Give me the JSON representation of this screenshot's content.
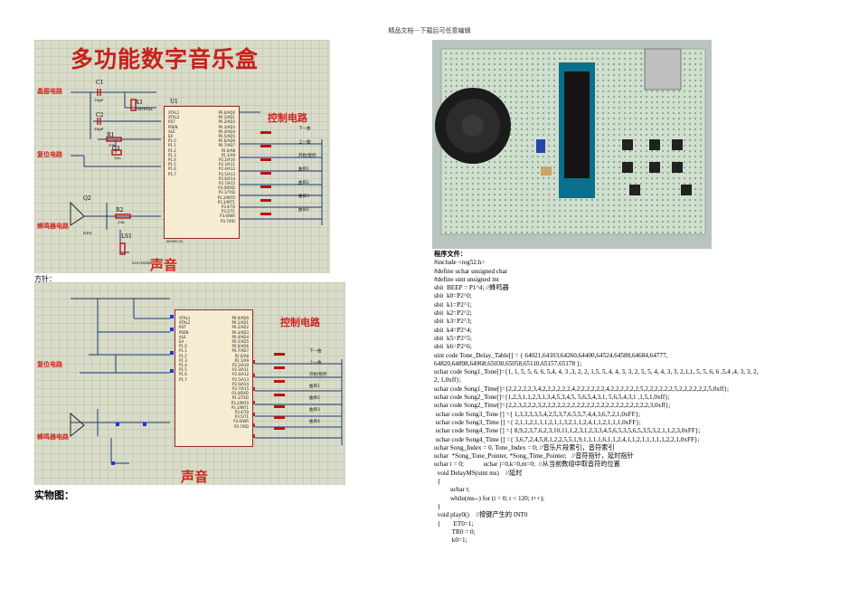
{
  "header": "精品文档---下载后可任意编辑",
  "figure1": {
    "title": "多功能数字音乐盒",
    "labels": {
      "clock": "晶振电路",
      "reset": "复位电路",
      "buzzer": "蜂鸣器电路",
      "control": "控制电路",
      "sound": "声音"
    },
    "parts": {
      "c1": "C1",
      "c1_val": "30pF",
      "c2": "C2",
      "c2_val": "30pF",
      "x1": "X1",
      "x1_val": "CRYSTAL",
      "r1": "R1",
      "r1_val": "10k",
      "c3": "C3",
      "c3_val": "10u",
      "q2": "Q2",
      "q2_type": "NPN",
      "r2": "R2",
      "r2_val": "10k",
      "ls1": "LS1",
      "ls1_type": "SOUNDER",
      "u1": "U1",
      "u1_type": "AT89C52"
    },
    "chip_left_pins": [
      "XTAL1",
      "XTAL2",
      "RST",
      "PSEN",
      "ALE",
      "EA",
      "P1.0",
      "P1.1",
      "P1.2",
      "P1.3",
      "P1.4",
      "P1.5",
      "P1.6",
      "P1.7"
    ],
    "chip_right_pins": [
      "P0.0/AD0",
      "P0.1/AD1",
      "P0.2/AD2",
      "P0.3/AD3",
      "P0.4/AD4",
      "P0.5/AD5",
      "P0.6/AD6",
      "P0.7/AD7",
      "P2.0/A8",
      "P2.1/A9",
      "P2.2/A10",
      "P2.3/A11",
      "P2.4/A12",
      "P2.5/A13",
      "P2.6/A14",
      "P2.7/A15",
      "P3.0/RXD",
      "P3.1/TXD",
      "P3.2/INT0",
      "P3.3/INT1",
      "P3.4/T0",
      "P3.5/T1",
      "P3.6/WR",
      "P3.7/RD"
    ],
    "switches": [
      "下一曲",
      "上一曲",
      "开始/暂停",
      "曲目1",
      "曲目2",
      "曲目3",
      "曲目4"
    ]
  },
  "caption_method": "方针：",
  "figure2": {
    "labels": {
      "reset": "复位电路",
      "buzzer": "蜂鸣器电路",
      "control": "控制电路",
      "sound": "声音"
    },
    "switches": [
      "下一曲",
      "上一曲",
      "开始/暂停",
      "曲目1",
      "曲目2",
      "曲目3",
      "曲目4"
    ]
  },
  "caption_photo": "实物图：",
  "code_title": "程序文件：",
  "code_lines": [
    "#include <reg52.h>",
    "#define uchar unsigned char",
    "#define uint unsigned int",
    "sbit  BEEP = P1^4; //蜂鸣器",
    "sbit  k0=P2^0;",
    "sbit  k1=P2^1;",
    "sbit  k2=P2^2;",
    "sbit  k3=P2^3;",
    "sbit  k4=P2^4;",
    "sbit  k5=P2^5;",
    "sbit  k6=P2^6;",
    "uint code Tone_Delay_Table[] = { 64021,64103,64260,64400,64524,64580,64684,64777,",
    "64820,64898,64968,65030,65058,65110,65157,65178 };",
    "uchar code Song1_Tone[]={1, 1, 5, 5, 6, 6, 5,4, 4, 3 ,3, 2, 2, 1,5, 5, 4, 4, 3, 3, 2, 5, 5, 4, 4, 3, 3, 2,1,1, 5, 5, 6, 6 ,5,4 ,4, 3, 3, 2,",
    "2, 1,0xff};",
    "uchar code Song1_Time[]={2,2,2,2,2,3,4,2,2,2,2,2,2,4,2,2,2,2,2,2,4,2,2,2,2,2,2,5,2,2,2,2,2,2,5,2,2,2,2,2,2,5,0xff};",
    "uchar code Song2_Tone[]={1,2,3,1,1,2,3,1,3,4,5,3,4,5, 5,6,5,4,3,1, 5,6,5,4,3,1 ,1,5,1,0xff};",
    "uchar code Song2_Time[]={2,2,3,2,2,2,3,2,2,2,2,2,2,2,2,2,2,2,2,2,2,2,2,2,2,2,2,2,2,3,0xff};",
    " uchar code Song3_Tone [] ={ 1,3,3,3,3,5,4,2,5,3,7,6,5,5,7,4,4,3,6,7,2,1,0xFF};",
    " uchar code Song3_Time [] ={ 2,1,1,2,1,1,1,2,1,1,3,2,1,1,2,4,1,1,2,1,1,1,0xFF};",
    " uchar code Song4_Tone [] ={ 8,9,2,3,7,6,2,3,10,11,1,2,3,1,2,3,3,4,5,6,5,3,5,6,5,3,5,3,2,1,1,2,3,0xFF};",
    " uchar code Song4_Time [] ={ 3,6,7,2,4,5,8,1,2,2,5,5,1,9,1,1,1,1,6,1,1,2,4,1,1,2,1,1,1,1,1,2,2,1,0xFF};",
    "uchar Song_Index = 0, Tone_Index = 0; //音乐片段索引，音符索引",
    "uchar  *Song_Tone_Pointer, *Song_Time_Pointer;   //音符指针，延时指针",
    "uchar i = 0;            uchar j=0,k=0,m=0;  //从当前数组中取音符的位置",
    "  void DelayMS(uint ms)    //延时",
    "  {",
    "          uchar t;",
    "          while(ms--) for (t = 0; t < 120; t++);",
    "  }",
    "  void play0()    //按键产生的 INT0",
    "  {        ET0=1;",
    "           TR0 = 0;",
    "           k0=1;"
  ]
}
